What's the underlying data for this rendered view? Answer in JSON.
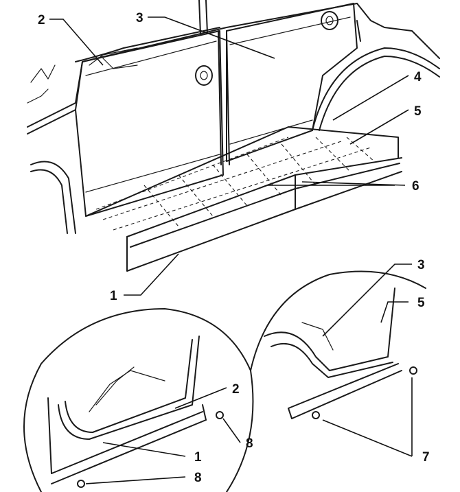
{
  "diagram": {
    "callouts": [
      {
        "id": "c2-top",
        "text": "2"
      },
      {
        "id": "c3-top",
        "text": "3"
      },
      {
        "id": "c4",
        "text": "4"
      },
      {
        "id": "c5-top",
        "text": "5"
      },
      {
        "id": "c6",
        "text": "6"
      },
      {
        "id": "c1-mid",
        "text": "1"
      },
      {
        "id": "c3-right",
        "text": "3"
      },
      {
        "id": "c5-right",
        "text": "5"
      },
      {
        "id": "c2-left",
        "text": "2"
      },
      {
        "id": "c8-a",
        "text": "8"
      },
      {
        "id": "c1-left",
        "text": "1"
      },
      {
        "id": "c8-b",
        "text": "8"
      },
      {
        "id": "c7",
        "text": "7"
      }
    ]
  }
}
